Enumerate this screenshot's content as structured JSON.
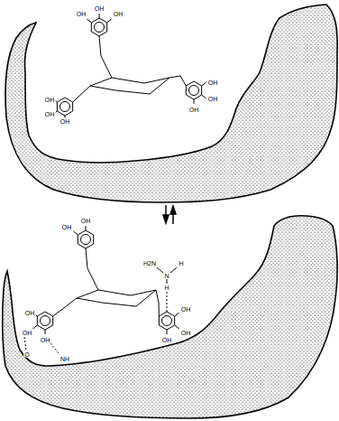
{
  "diagram": {
    "labels": [
      "OH",
      "OH",
      "OH",
      "OH",
      "OH",
      "OH",
      "OH",
      "OH",
      "OH",
      "OH",
      "OH",
      "OH",
      "OH",
      "O",
      "OH",
      "NH",
      "OH",
      "OH",
      "OH",
      "H",
      "N",
      "H2N",
      "H"
    ]
  }
}
